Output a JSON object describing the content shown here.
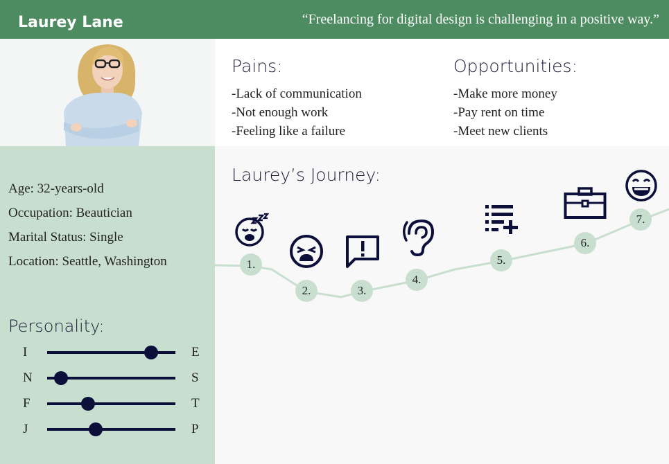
{
  "persona": {
    "name": "Laurey Lane",
    "quote": "“Freelancing for digital design is challenging in a positive way.”"
  },
  "details": [
    "Age: 32-years-old",
    "Occupation: Beautician",
    "Marital Status: Single",
    "Location: Seattle, Washington"
  ],
  "personality": {
    "title": "Personality:",
    "scales": [
      {
        "left": "I",
        "right": "E",
        "level": 0.81
      },
      {
        "left": "N",
        "right": "S",
        "level": 0.11
      },
      {
        "left": "F",
        "right": "T",
        "level": 0.32
      },
      {
        "left": "J",
        "right": "P",
        "level": 0.38
      }
    ]
  },
  "pains": {
    "title": "Pains:",
    "items": [
      "-Lack of communication",
      "-Not enough work",
      "-Feeling like a failure"
    ]
  },
  "opportunities": {
    "title": "Opportunities:",
    "items": [
      "-Make more money",
      "-Pay rent on time",
      "-Meet new clients"
    ]
  },
  "journey": {
    "title": "Laurey’s Journey:",
    "stages": [
      {
        "label": "1.",
        "icon": "sleepy-face-icon"
      },
      {
        "label": "2.",
        "icon": "weary-face-icon"
      },
      {
        "label": "3.",
        "icon": "speech-alert-icon"
      },
      {
        "label": "4.",
        "icon": "ear-icon"
      },
      {
        "label": "5.",
        "icon": "playlist-add-icon"
      },
      {
        "label": "6.",
        "icon": "briefcase-icon"
      },
      {
        "label": "7.",
        "icon": "grinning-face-icon"
      }
    ],
    "colors": {
      "line": "#c8dfd0",
      "icon": "#0b0f3a"
    }
  },
  "colors": {
    "header": "#4d8c60",
    "panel": "#c8dfd0",
    "dark": "#0b0f3a"
  }
}
